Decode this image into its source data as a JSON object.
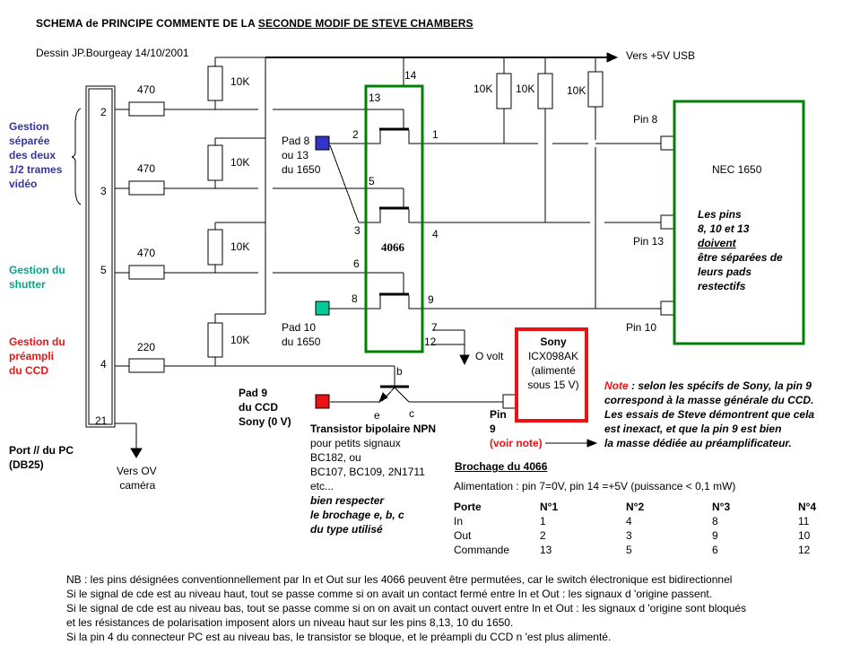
{
  "title": {
    "prefix": "SCHEMA de PRINCIPE COMMENTE DE LA ",
    "underlined": "SECONDE MODIF DE STEVE CHAMBERS"
  },
  "author": "Dessin JP.Bourgeay  14/10/2001",
  "supply_label": "Vers +5V USB",
  "left_labels": {
    "fields": [
      "Gestion",
      "séparée",
      "des deux",
      "1/2 trames",
      "vidéo"
    ],
    "shutter": [
      "Gestion du",
      "shutter"
    ],
    "preamp": [
      "Gestion du",
      "préampli",
      "du CCD"
    ],
    "port": [
      "Port // du PC",
      "(DB25)"
    ]
  },
  "connector_pins": [
    "2",
    "3",
    "5",
    "4",
    "21"
  ],
  "series_resistors": [
    "470",
    "470",
    "470",
    "220"
  ],
  "pullup_resistors": [
    "10K",
    "10K",
    "10K",
    "10K",
    "10K",
    "10K",
    "10K"
  ],
  "ground_label": [
    "Vers OV",
    "caméra"
  ],
  "pad8": [
    "Pad 8",
    "ou 13",
    "du 1650"
  ],
  "pad10": [
    "Pad 10",
    "du 1650"
  ],
  "pad9": [
    "Pad 9",
    "du CCD",
    "Sony (0 V)"
  ],
  "chip_4066": {
    "label": "4066",
    "pins": {
      "p14": "14",
      "p13": "13",
      "p2": "2",
      "p1": "1",
      "p5": "5",
      "p3": "3",
      "p4": "4",
      "p6": "6",
      "p8": "8",
      "p9": "9",
      "p7": "7",
      "p12": "12"
    }
  },
  "zero_volt": "O volt",
  "nec": {
    "label": "NEC 1650",
    "pins": [
      "Pin 8",
      "Pin 13",
      "Pin 10"
    ],
    "note_lines": [
      "Les pins",
      "8, 10 et 13",
      "doivent",
      "être séparées de",
      "leurs pads",
      "restectifs"
    ]
  },
  "sony": {
    "name": "Sony",
    "model": "ICX098AK",
    "supply": [
      "(alimenté",
      "sous 15 V)"
    ],
    "pin_label": [
      "Pin",
      "9"
    ],
    "see_note": "(voir note)"
  },
  "transistor": {
    "b": "b",
    "e": "e",
    "c": "c",
    "title": "Transistor bipolaire NPN",
    "lines": [
      "pour petits signaux",
      "BC182, ou",
      "BC107, BC109, 2N1711",
      "etc..."
    ],
    "warning": [
      "bien respecter",
      "le brochage e, b, c",
      "du type utilisé"
    ]
  },
  "note": {
    "keyword": "Note",
    "first": " : selon les spécifs de Sony, la pin 9",
    "lines": [
      "correspond à la masse générale du CCD.",
      "Les essais de Steve démontrent que cela",
      "est inexact, et que la pin 9 est bien",
      "la masse dédiée au préamplificateur."
    ]
  },
  "pinout": {
    "title": "Brochage du 4066",
    "supply": "Alimentation : pin 7=0V, pin 14 =+5V (puissance < 0,1 mW)",
    "header": [
      "Porte",
      "N°1",
      "N°2",
      "N°3",
      "N°4"
    ],
    "rows": [
      [
        "In",
        "1",
        "4",
        "8",
        "11"
      ],
      [
        "Out",
        "2",
        "3",
        "9",
        "10"
      ],
      [
        "Commande",
        "13",
        "5",
        "6",
        "12"
      ]
    ]
  },
  "footnotes": [
    "NB : les pins désignées conventionnellement par In et Out sur les 4066 peuvent être permutées, car le switch électronique est bidirectionnel",
    "Si le signal de cde est au niveau haut, tout se passe comme si on avait un contact fermé entre In et Out : les signaux d 'origine passent.",
    "Si le signal de cde est au niveau bas, tout se passe comme si on on avait un contact ouvert entre In et Out : les signaux d 'origine sont bloqués",
    "et les résistances de polarisation imposent alors un niveau haut sur les pins 8,13, 10 du 1650.",
    "Si la pin 4 du connecteur PC est au niveau bas, le transistor se bloque, et le préampli du CCD n 'est plus alimenté."
  ],
  "colors": {
    "green_box": "#008000",
    "red_box": "#ee1111",
    "pad_blue": "#3333cc",
    "pad_teal": "#00cc99",
    "pad_red": "#ee1111"
  }
}
